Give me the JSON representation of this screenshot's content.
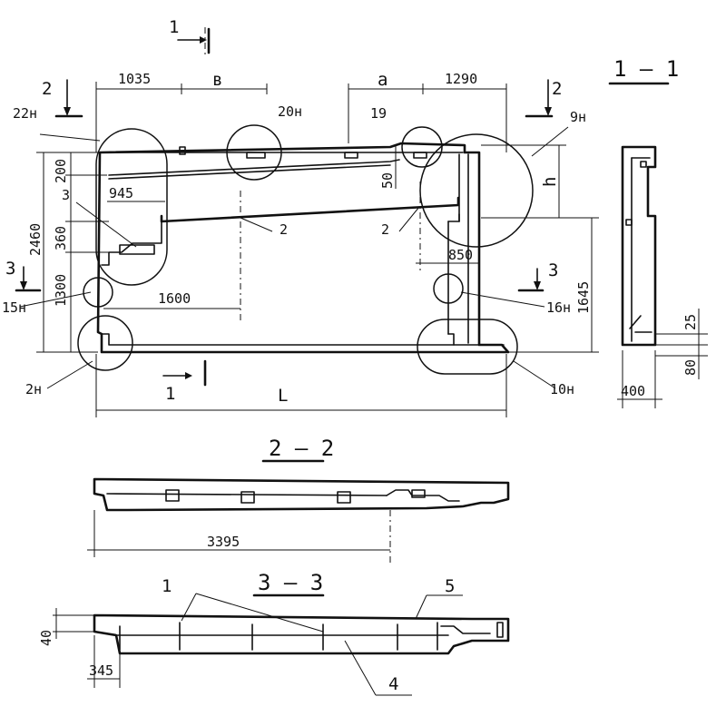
{
  "sections": {
    "s1": "1 — 1",
    "s2": "2 — 2",
    "s3": "3 — 3"
  },
  "cut_marks": {
    "top1": "1",
    "bottom1": "1",
    "left2": "2",
    "right2": "2",
    "left3": "3",
    "right3": "3"
  },
  "dimensions": {
    "d1035": "1035",
    "db": "в",
    "da": "a",
    "d1290": "1290",
    "d200": "200",
    "d945": "945",
    "d2460": "2460",
    "d360": "360",
    "d1300": "1300",
    "d1600": "1600",
    "d50": "50",
    "dh": "h",
    "d850": "850",
    "d1645": "1645",
    "dL": "L",
    "d25": "25",
    "d80": "80",
    "d400": "400",
    "d3395": "3395",
    "d40": "40",
    "d345": "345"
  },
  "callouts": {
    "c22n": "22н",
    "c20n": "20н",
    "c19": "19",
    "c9n": "9н",
    "c3": "3",
    "c2a": "2",
    "c2b": "2",
    "c15n": "15н",
    "c16n": "16н",
    "c2n": "2н",
    "c10n": "10н",
    "c1": "1",
    "c4": "4",
    "c5": "5"
  },
  "colors": {
    "ink": "#111111",
    "paper": "#ffffff"
  }
}
